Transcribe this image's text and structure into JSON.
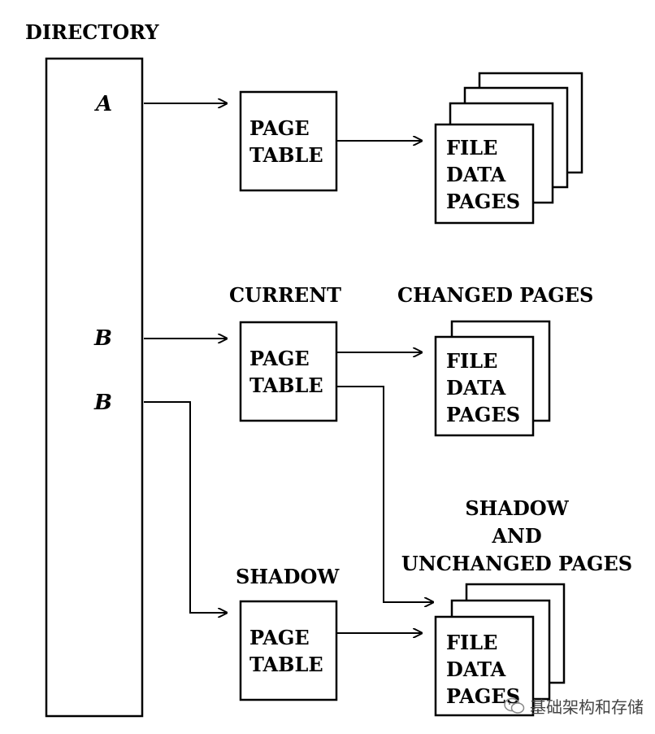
{
  "directory": {
    "title": "DIRECTORY",
    "entries": [
      "A",
      "B",
      "B"
    ]
  },
  "page_tables": {
    "top": [
      "PAGE",
      "TABLE"
    ],
    "current": {
      "heading": "CURRENT",
      "lines": [
        "PAGE",
        "TABLE"
      ]
    },
    "shadow": {
      "heading": "SHADOW",
      "lines": [
        "PAGE",
        "TABLE"
      ]
    }
  },
  "file_stacks": {
    "top": [
      "FILE",
      "DATA",
      "PAGES"
    ],
    "changed": {
      "heading": "CHANGED PAGES",
      "lines": [
        "FILE",
        "DATA",
        "PAGES"
      ]
    },
    "unchanged": {
      "heading": [
        "SHADOW",
        "AND",
        "UNCHANGED PAGES"
      ],
      "lines": [
        "FILE",
        "DATA",
        "PAGES"
      ]
    }
  },
  "watermark": {
    "text": "基础架构和存储",
    "icon": "wechat-icon"
  }
}
